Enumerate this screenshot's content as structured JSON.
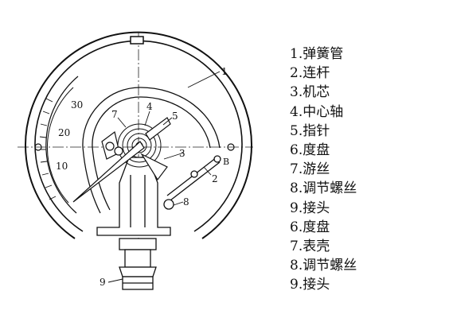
{
  "diagram": {
    "scale_labels": [
      "30",
      "20",
      "10"
    ],
    "part_labels": [
      "1",
      "2",
      "3",
      "4",
      "5",
      "7",
      "8",
      "9"
    ],
    "point_label": "B"
  },
  "legend": [
    {
      "num": "1.",
      "text": "弹簧管"
    },
    {
      "num": "2.",
      "text": "连杆"
    },
    {
      "num": "3.",
      "text": "机芯"
    },
    {
      "num": "4.",
      "text": "中心轴"
    },
    {
      "num": "5.",
      "text": "指针"
    },
    {
      "num": "6.",
      "text": "度盘"
    },
    {
      "num": "7.",
      "text": "游丝"
    },
    {
      "num": "8.",
      "text": "调节螺丝"
    },
    {
      "num": "9.",
      "text": "接头"
    },
    {
      "num": "6.",
      "text": "度盘"
    },
    {
      "num": "7.",
      "text": "表壳"
    },
    {
      "num": "8.",
      "text": "调节螺丝"
    },
    {
      "num": "9.",
      "text": "接头"
    }
  ]
}
